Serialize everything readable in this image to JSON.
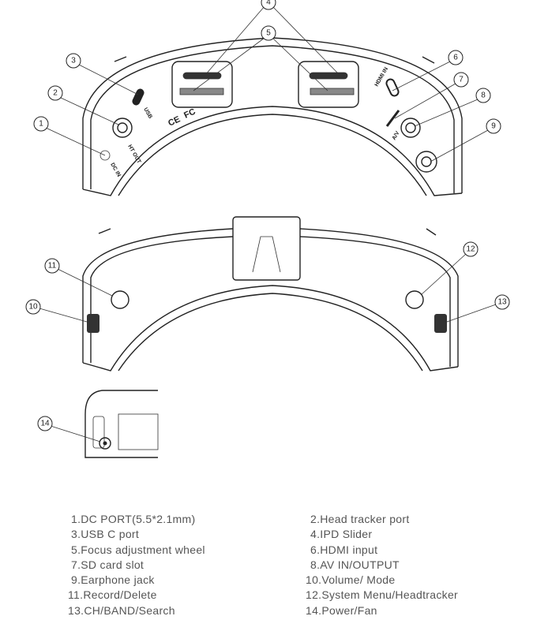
{
  "callouts": [
    "1",
    "2",
    "3",
    "4",
    "5",
    "6",
    "7",
    "8",
    "9",
    "10",
    "11",
    "12",
    "13",
    "14"
  ],
  "device_labels": {
    "usb": "USB",
    "ht_out": "HT OUT",
    "dc_in": "DC IN",
    "hdmi_in": "HDMI IN",
    "av": "A/V",
    "ce": "CE",
    "fc": "FC"
  },
  "legend": {
    "left": [
      "1.DC PORT(5.5*2.1mm)",
      "3.USB C port",
      "5.Focus adjustment  wheel",
      "7.SD card slot",
      "9.Earphone jack",
      "11.Record/Delete",
      "13.CH/BAND/Search"
    ],
    "right": [
      "2.Head tracker port",
      "4.IPD Slider",
      "6.HDMI input",
      "8.AV IN/OUTPUT",
      "10.Volume/ Mode",
      "12.System Menu/Headtracker",
      "14.Power/Fan"
    ]
  }
}
